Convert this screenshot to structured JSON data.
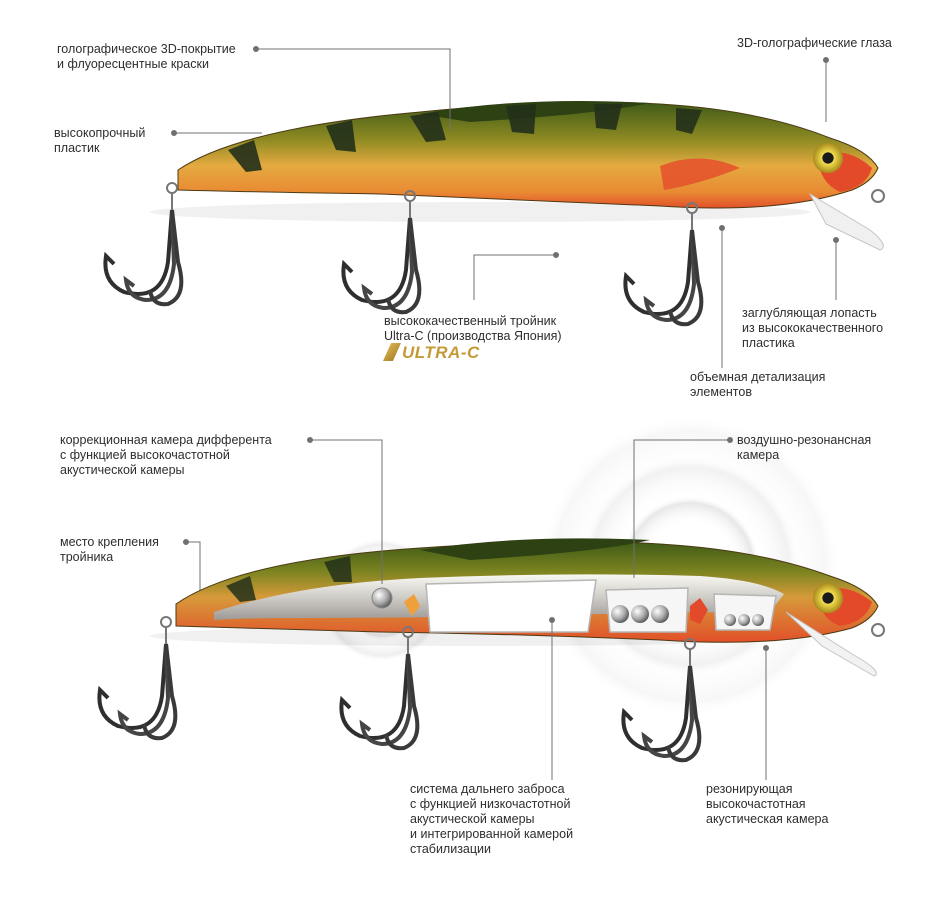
{
  "top_labels": {
    "coating": [
      "голографическое 3D-покрытие",
      "и флуоресцентные краски"
    ],
    "plastic": [
      "высокопрочный",
      "пластик"
    ],
    "eyes": [
      "3D-голографические глаза"
    ],
    "treble": [
      "высококачественный тройник",
      "Ultra-C (производства Япония)"
    ],
    "lip": [
      "заглубляющая лопасть",
      "из высококачественного",
      "пластика"
    ],
    "detail": [
      "объемная детализация",
      "элементов"
    ]
  },
  "logo": {
    "text": "ULTRA-C"
  },
  "bottom_labels": {
    "trim": [
      "коррекционная камера дифферента",
      "с функцией высокочастотной",
      "акустической камеры"
    ],
    "mount": [
      "место крепления",
      "тройника"
    ],
    "air": [
      "воздушно-резонансная",
      "камера"
    ],
    "casting": [
      "система дальнего заброса",
      "с функцией низкочастотной",
      "акустической камеры",
      "и интегрированной камерой",
      "стабилизации"
    ],
    "resonant": [
      "резонирующая",
      "высокочастотная",
      "акустическая камера"
    ]
  },
  "colors": {
    "body_gold": "#e0a43a",
    "belly_orange": "#e6622a",
    "back_green": "#4f6a1f",
    "stripe": "#23301a",
    "eye": "#d8c23a",
    "hook": "#3a3a3a",
    "leader": "#6d6d6d"
  }
}
